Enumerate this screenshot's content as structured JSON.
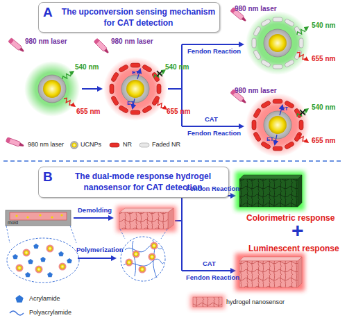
{
  "diagram": {
    "nodes": [
      {
        "text": [
          "A",
          "The upconversion sensing mechanism for CAT detection"
        ]
      },
      {
        "text": [
          "B",
          "The dual-mode response hydrogel nanosensor for CAT detection"
        ]
      },
      {
        "text": [
          "mold"
        ]
      }
    ],
    "labels": [
      "980 nm laser",
      "540 nm",
      "655 nm",
      "980 nm laser",
      "ET",
      "ET",
      "540 nm",
      "655 nm",
      "Fendon Reaction",
      "CAT",
      "Fendon Reaction",
      "980 nm laser",
      "540 nm",
      "655 nm",
      "980 nm laser",
      "ET",
      "ET",
      "540 nm",
      "655 nm",
      "Demolding",
      "Polymerization",
      "Fendon Reaction",
      "Colorimetric response",
      "+",
      "Luminescent response",
      "CAT",
      "Fendon Reaction"
    ],
    "legend": [
      {
        "text": "980 nm laser"
      },
      {
        "text": "UCNPs"
      },
      {
        "text": "NR"
      },
      {
        "text": "Faded NR"
      },
      {
        "text": "Acrylamide"
      },
      {
        "text": "Polyacrylamide"
      },
      {
        "text": "hydrogel nanosensor"
      }
    ]
  }
}
